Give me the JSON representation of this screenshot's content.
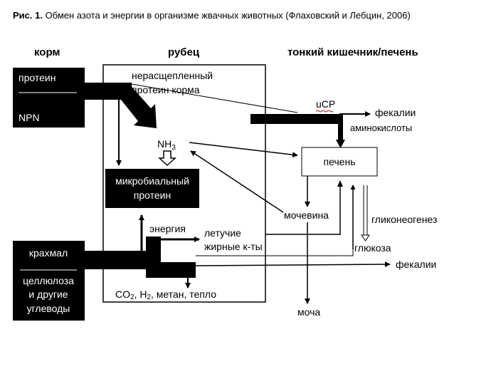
{
  "caption": {
    "label": "Рис. 1.",
    "text": " Обмен азота и энергии в организме жвачных животных (Флаховский и Лебцин, 2006)"
  },
  "headers": {
    "feed": "корм",
    "rumen": "рубец",
    "intestine": "тонкий кишечник/печень"
  },
  "feed_protein_box": {
    "top": "протеин",
    "bottom": "NPN"
  },
  "feed_carb_box": {
    "top": "крахмал",
    "bottom_line1": "целлюлоза",
    "bottom_line2": "и другие",
    "bottom_line3": "углеводы"
  },
  "rumen_labels": {
    "undegraded_line1": "нерасщепленный",
    "undegraded_line2": "протеин корма",
    "nh3_base": "NH",
    "nh3_sub": "3",
    "microbial_line1": "микробиальный",
    "microbial_line2": "протеин",
    "energy": "энергия",
    "vfa_line1": "летучие",
    "vfa_line2": "жирные к-ты",
    "gases": {
      "co": "CO",
      "co_sub": "2",
      "h": ", H",
      "h_sub": "2",
      "rest": ", метан, тепло"
    }
  },
  "intestine_labels": {
    "ucp": "uCP",
    "feces_top": "фекалии",
    "amino_acids": "аминокислоты",
    "liver": "печень",
    "urea": "мочевина",
    "gluconeogenesis": "гликонеогенез",
    "glucose": "глюкоза",
    "feces_bottom": "фекалии",
    "urine": "моча"
  },
  "colors": {
    "ink": "#000000",
    "box_fill": "#000000",
    "box_text": "#ffffff",
    "squiggle": "#cc0000"
  }
}
